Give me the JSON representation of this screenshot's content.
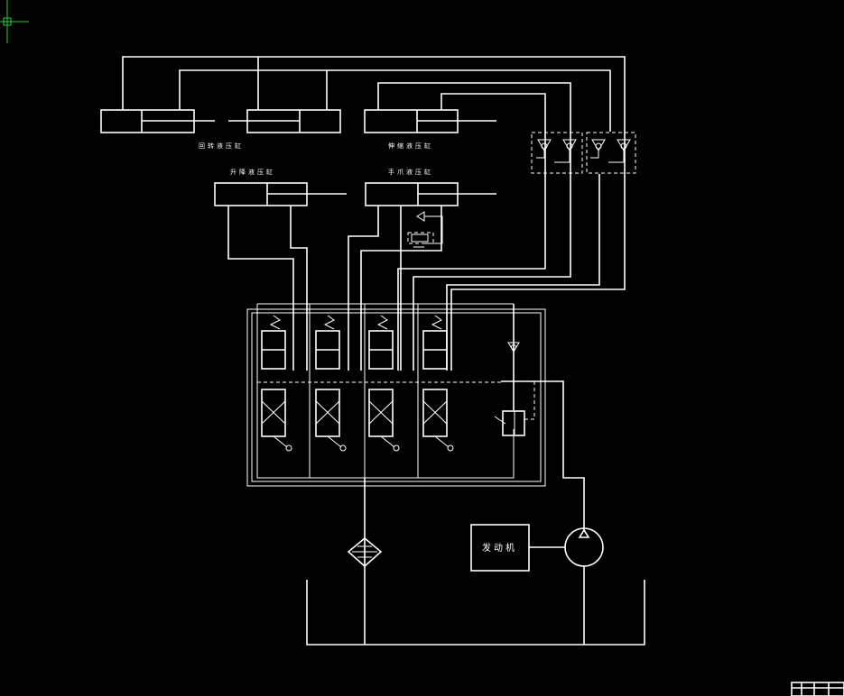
{
  "labels": {
    "cyl_top_left": "回转液压缸",
    "cyl_top_right": "伸缩液压缸",
    "cyl_mid_left": "升降液压缸",
    "cyl_mid_right": "手爪液压缸",
    "engine": "发动机"
  },
  "colors": {
    "background": "#000000",
    "line": "#ffffff",
    "cursor": "#33cc33"
  }
}
